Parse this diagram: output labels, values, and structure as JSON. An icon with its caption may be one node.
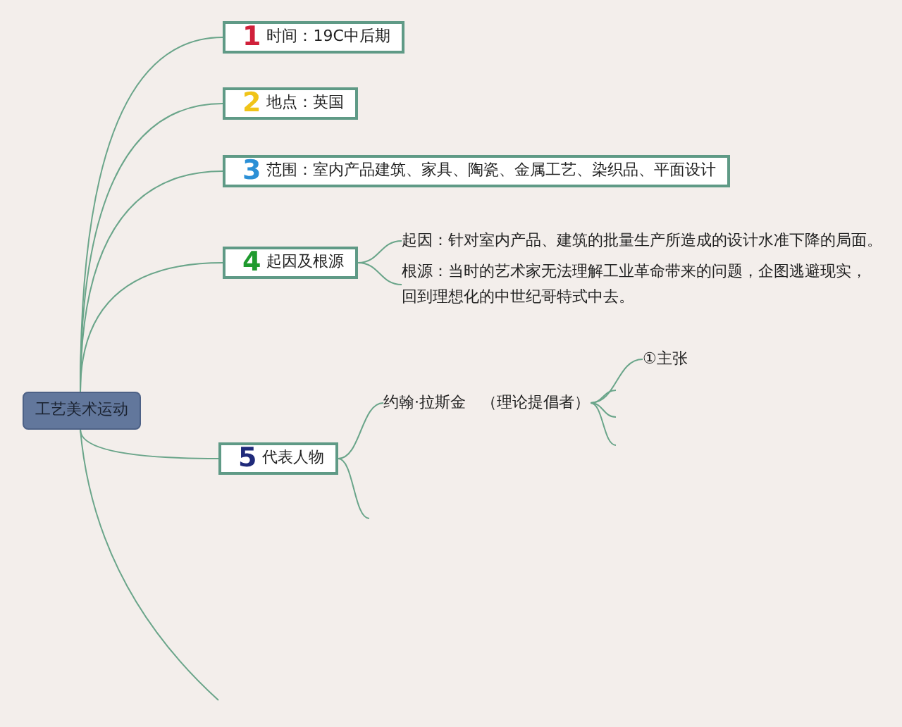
{
  "diagram": {
    "nodes": [
      {
        "text": [
          "工艺美术运动"
        ]
      },
      {
        "text": [
          "1",
          "时间：19C中后期"
        ]
      },
      {
        "text": [
          "2",
          "地点：英国"
        ]
      },
      {
        "text": [
          "3",
          "范围：室内产品建筑、家具、陶瓷、金属工艺、染织品、平面设计"
        ]
      },
      {
        "text": [
          "4",
          "起因及根源"
        ]
      },
      {
        "text": [
          "5",
          "代表人物"
        ]
      },
      {
        "text": [
          "起因：针对室内产品、建筑的批量生产所造成的设计水准下降的局面。"
        ]
      },
      {
        "text": [
          "根源：当时的艺术家无法理解工业革命带来的问题，企图逃避现实，回到理想化的中世纪哥特式中去。"
        ]
      },
      {
        "text": [
          "约翰·拉斯金　（理论提倡者）"
        ]
      },
      {
        "text": [
          "①主张"
        ]
      }
    ],
    "edges": [
      {
        "from": 0,
        "to": 1,
        "arrow": "none"
      },
      {
        "from": 0,
        "to": 2,
        "arrow": "none"
      },
      {
        "from": 0,
        "to": 3,
        "arrow": "none"
      },
      {
        "from": 0,
        "to": 4,
        "arrow": "none"
      },
      {
        "from": 0,
        "to": 5,
        "arrow": "none"
      },
      {
        "from": 0,
        "to": null,
        "arrow": "none"
      },
      {
        "from": 4,
        "to": 6,
        "arrow": "none"
      },
      {
        "from": 4,
        "to": 7,
        "arrow": "none"
      },
      {
        "from": 5,
        "to": 8,
        "arrow": "none"
      },
      {
        "from": 5,
        "to": null,
        "arrow": "none"
      },
      {
        "from": 8,
        "to": 9,
        "arrow": "none"
      },
      {
        "from": 8,
        "to": null,
        "arrow": "none"
      },
      {
        "from": 8,
        "to": null,
        "arrow": "none"
      },
      {
        "from": 8,
        "to": null,
        "arrow": "none"
      }
    ]
  }
}
